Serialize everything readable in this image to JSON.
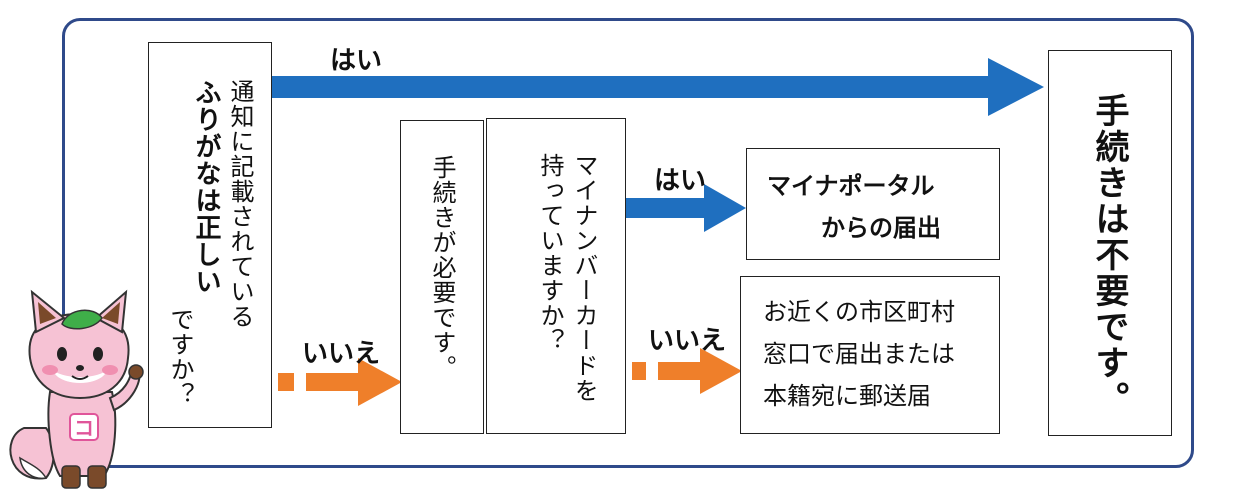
{
  "colors": {
    "frame": "#2f4a8a",
    "yes_arrow": "#1f6fbf",
    "no_arrow": "#ef7f2a"
  },
  "q1": {
    "line1": "通知に記載されている",
    "line2": "ふりがなは正しい",
    "line3": "ですか？"
  },
  "q2": {
    "line1": "手続きが必要です。"
  },
  "q3": {
    "line1": "マイナンバーカードを",
    "line2": "持っていますか？"
  },
  "portal": {
    "line1": "マイナポータル",
    "line2": "からの届出"
  },
  "mail": {
    "line1": "お近くの市区町村",
    "line2": "窓口で届出または",
    "line3": "本籍宛に郵送届"
  },
  "result": {
    "text": "手続きは不要です。"
  },
  "labels": {
    "yes_top": "はい",
    "yes_mid": "はい",
    "no_left": "いいえ",
    "no_right": "いいえ"
  },
  "mascot": {
    "icon": "fox-mascot-icon",
    "badge": "コ"
  }
}
